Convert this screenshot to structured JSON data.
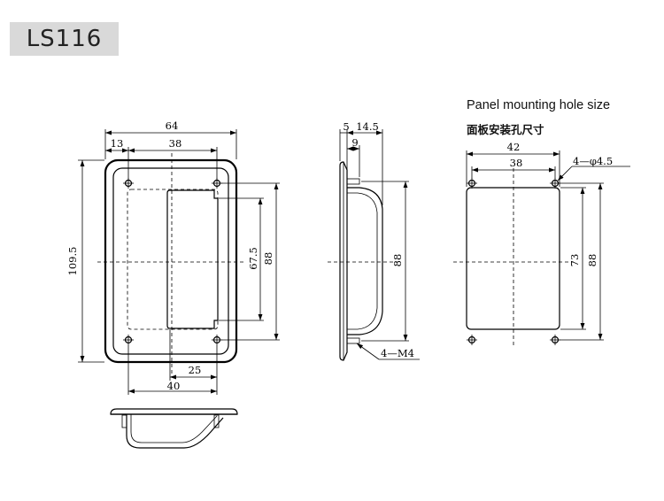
{
  "header": {
    "model": "LS116",
    "heading_en": "Panel mounting hole size",
    "heading_cn": "面板安装孔尺寸"
  },
  "front_view": {
    "overall_width": "64",
    "left_offset": "13",
    "hole_spacing_top": "38",
    "overall_height": "109.5",
    "handle_height": "67.5",
    "hole_spacing_vertical": "88",
    "handle_width": "25",
    "bottom_span": "40"
  },
  "side_view": {
    "flange": "5",
    "depth": "14.5",
    "inner_depth": "9",
    "hole_spacing": "88",
    "screws": "4—M4"
  },
  "panel_cutout": {
    "cutout_width": "42",
    "hole_spacing_h": "38",
    "holes": "4—φ4.5",
    "cutout_height": "73",
    "hole_spacing_v": "88"
  }
}
